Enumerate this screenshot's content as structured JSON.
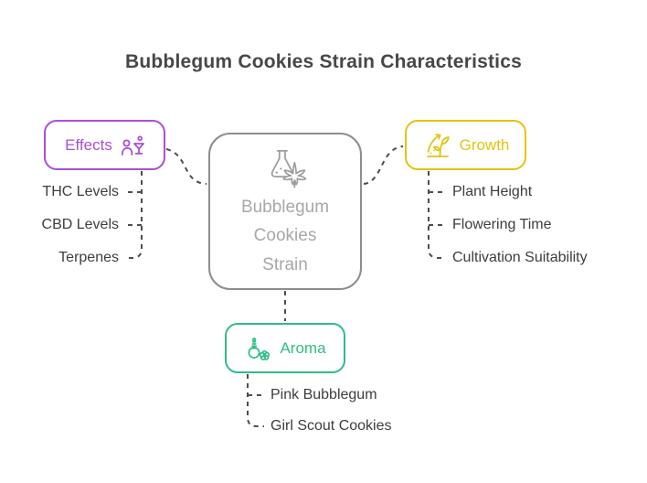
{
  "title": "Bubblegum Cookies Strain Characteristics",
  "center_node": {
    "icon": "flask-cannabis-icon",
    "lines": [
      "Bubblegum",
      "Cookies",
      "Strain"
    ],
    "border_color": "#8d8d8d",
    "text_color": "#a8a8a8"
  },
  "branches": {
    "effects": {
      "label": "Effects",
      "icon": "person-cocktail-icon",
      "color": "#a94fd6",
      "items": [
        "THC Levels",
        "CBD Levels",
        "Terpenes"
      ]
    },
    "growth": {
      "label": "Growth",
      "icon": "plant-growth-icon",
      "color": "#e0c414",
      "items": [
        "Plant Height",
        "Flowering Time",
        "Cultivation Suitability"
      ]
    },
    "aroma": {
      "label": "Aroma",
      "icon": "perfume-flower-icon",
      "color": "#2fbd85",
      "items": [
        "Pink Bubblegum",
        "Girl Scout Cookies"
      ]
    }
  },
  "colors": {
    "background": "#ffffff",
    "title_text": "#474747",
    "item_text": "#3d3d3d",
    "connector": "#4d4d4d"
  }
}
